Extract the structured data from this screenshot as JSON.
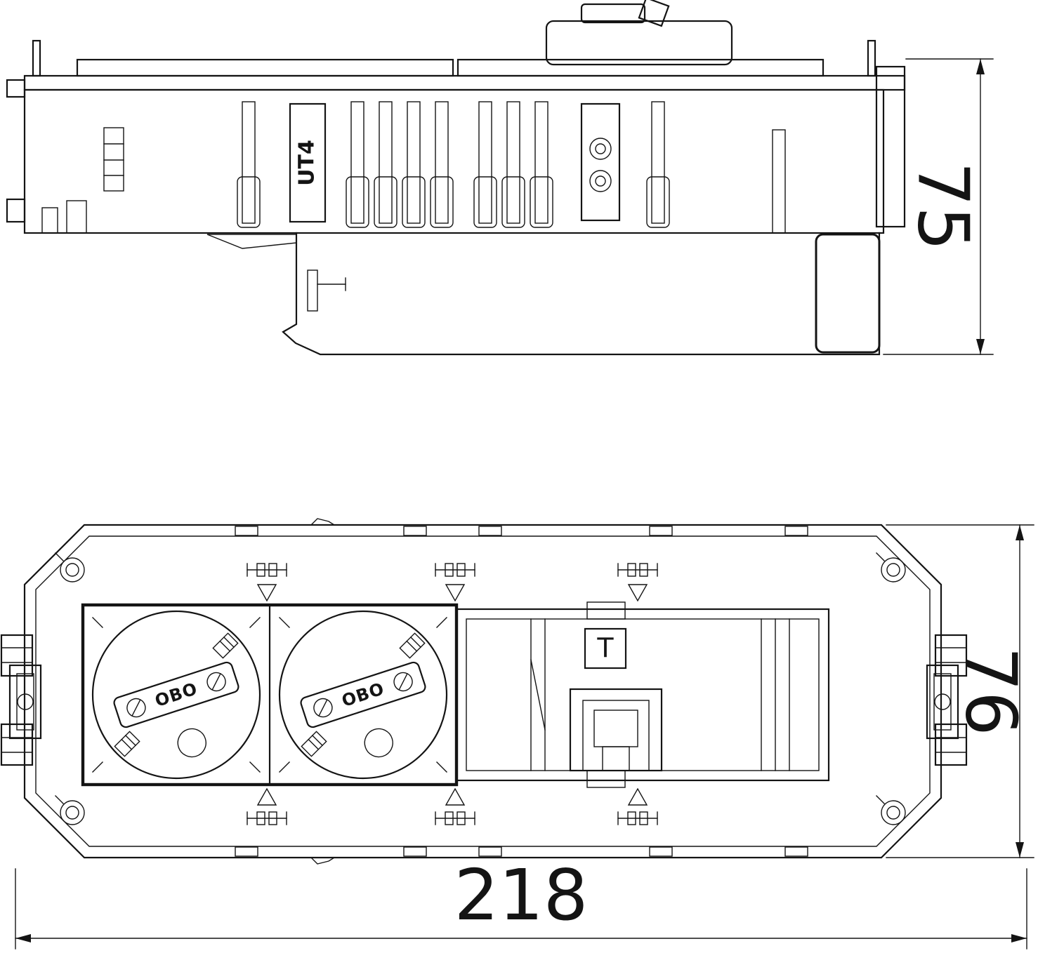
{
  "drawing": {
    "labels": {
      "module_marking": "UT4",
      "data_module_marking": "T",
      "socket_brand": "OBO"
    },
    "dimensions": {
      "side_height": "75",
      "plan_length": "218",
      "plan_width": "76"
    },
    "colors": {
      "line": "#141414",
      "background": "#ffffff"
    }
  }
}
